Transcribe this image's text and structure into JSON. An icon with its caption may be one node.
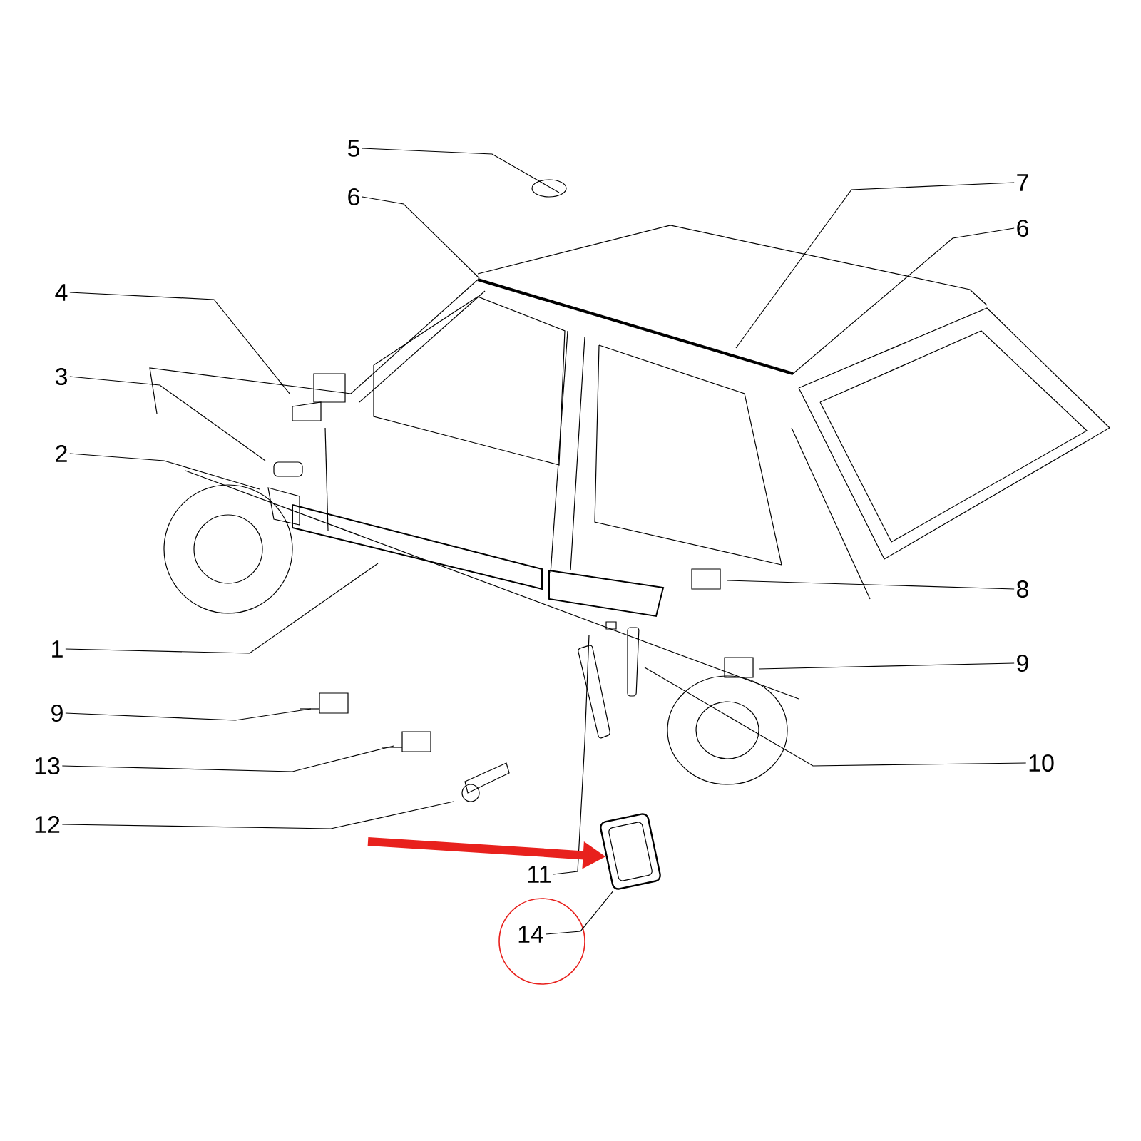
{
  "diagram": {
    "nodes": [
      {
        "text": [
          "5"
        ]
      },
      {
        "text": [
          "6"
        ]
      },
      {
        "text": [
          "7"
        ]
      },
      {
        "text": [
          "6"
        ]
      },
      {
        "text": [
          "4"
        ]
      },
      {
        "text": [
          "3"
        ]
      },
      {
        "text": [
          "2"
        ]
      },
      {
        "text": [
          "1"
        ]
      },
      {
        "text": [
          "8"
        ]
      },
      {
        "text": [
          "9"
        ]
      },
      {
        "text": [
          "9"
        ]
      },
      {
        "text": [
          "13"
        ]
      },
      {
        "text": [
          "10"
        ]
      },
      {
        "text": [
          "12"
        ]
      },
      {
        "text": [
          "11"
        ]
      },
      {
        "text": [
          "14"
        ]
      },
      {
        "text": [],
        "shape": "box"
      }
    ],
    "edges": [
      {
        "from": 0,
        "to": null,
        "arrow": "none"
      },
      {
        "from": 1,
        "to": null,
        "arrow": "none"
      },
      {
        "from": 2,
        "to": null,
        "arrow": "none"
      },
      {
        "from": 3,
        "to": null,
        "arrow": "none"
      },
      {
        "from": 4,
        "to": null,
        "arrow": "none"
      },
      {
        "from": 5,
        "to": null,
        "arrow": "none"
      },
      {
        "from": 6,
        "to": null,
        "arrow": "none"
      },
      {
        "from": 7,
        "to": null,
        "arrow": "none"
      },
      {
        "from": 8,
        "to": null,
        "arrow": "none"
      },
      {
        "from": 9,
        "to": null,
        "arrow": "none"
      },
      {
        "from": 10,
        "to": null,
        "arrow": "none"
      },
      {
        "from": 11,
        "to": null,
        "arrow": "none"
      },
      {
        "from": 12,
        "to": null,
        "arrow": "none"
      },
      {
        "from": 13,
        "to": null,
        "arrow": "none"
      },
      {
        "from": 14,
        "to": null,
        "arrow": "none"
      },
      {
        "from": 15,
        "to": 16,
        "arrow": "none"
      },
      {
        "from": null,
        "to": 16,
        "arrow": "to",
        "style": "thick",
        "color": "#e8211d"
      }
    ]
  }
}
